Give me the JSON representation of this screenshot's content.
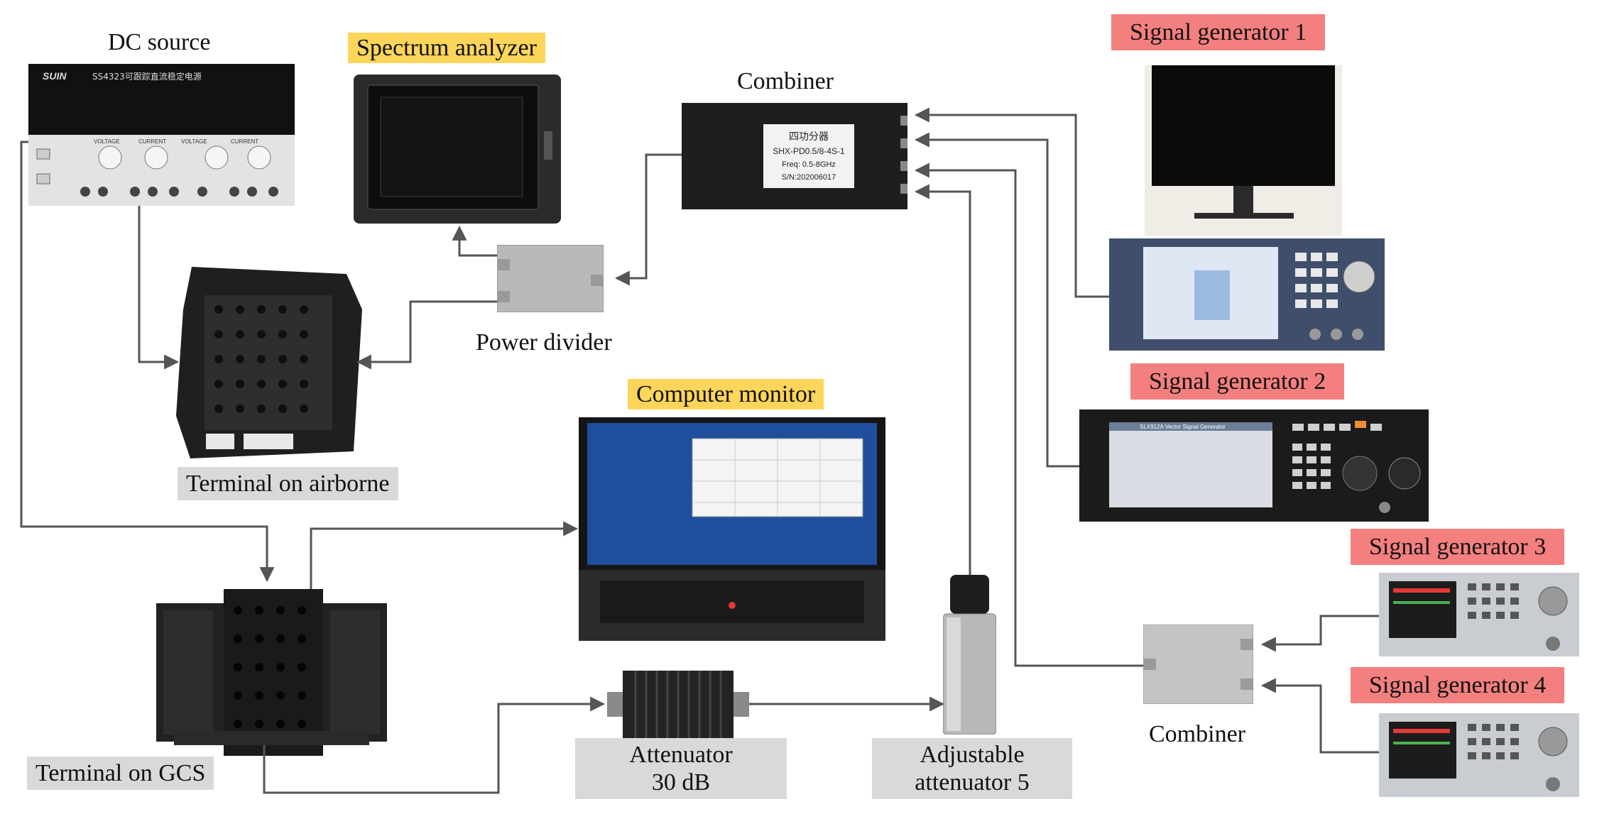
{
  "labels": {
    "dc_source": "DC source",
    "spectrum_analyzer": "Spectrum analyzer",
    "combiner_top": "Combiner",
    "signal_generator_1": "Signal generator 1",
    "signal_generator_2": "Signal generator 2",
    "signal_generator_3": "Signal generator 3",
    "signal_generator_4": "Signal generator 4",
    "power_divider": "Power divider",
    "computer_monitor": "Computer monitor",
    "terminal_airborne": "Terminal on airborne",
    "terminal_gcs": "Terminal on GCS",
    "attenuator_line1": "Attenuator",
    "attenuator_line2": "30 dB",
    "adjustable_line1": "Adjustable",
    "adjustable_line2": "attenuator 5",
    "combiner_bottom": "Combiner"
  },
  "device_text": {
    "dc_source_brand": "SUIN",
    "dc_source_model": "SS4323可跟踪直流稳定电源",
    "dc_voltage_1": "VOLTAGE",
    "dc_current_1": "CURRENT",
    "dc_voltage_2": "VOLTAGE",
    "dc_current_2": "CURRENT",
    "combiner_plate_1": "四功分器",
    "combiner_plate_2": "SHX-PD0.5/8-4S-1",
    "combiner_plate_3": "Freq: 0.5-8GHz",
    "combiner_plate_4": "S/N:202006017",
    "sg2_title": "SLX912A Vector Signal Generator"
  },
  "colors": {
    "yellow_tag": "#fdd55a",
    "pink_tag": "#f47f7f",
    "gray_tag": "#d9d9d9",
    "wire": "#555555"
  }
}
